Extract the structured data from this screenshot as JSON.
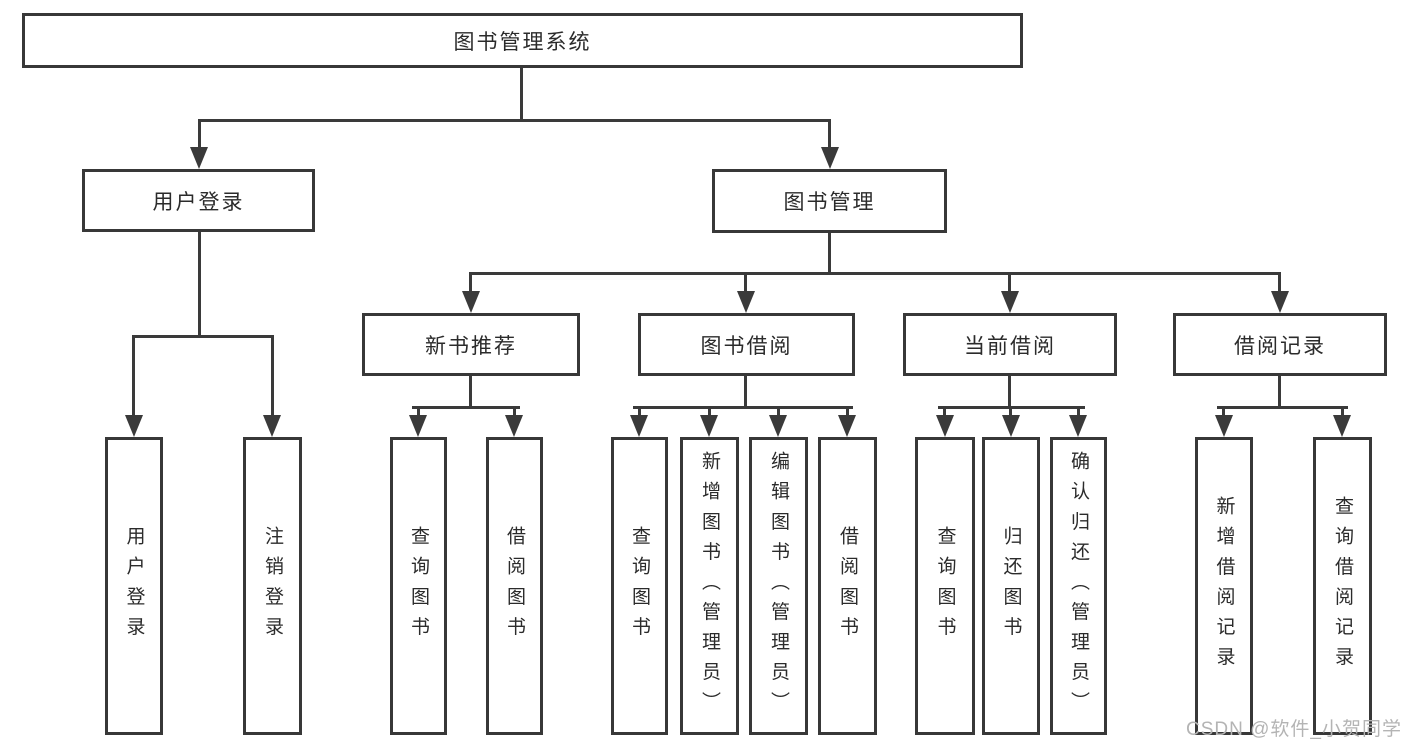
{
  "nodes": {
    "root": "图书管理系统",
    "user_login": "用户登录",
    "book_mgmt": "图书管理",
    "new_book_rec": "新书推荐",
    "book_borrow": "图书借阅",
    "current_borrow": "当前借阅",
    "borrow_records": "借阅记录",
    "leaf_user_login": "用户登录",
    "leaf_logout": "注销登录",
    "leaf_rec_query": "查询图书",
    "leaf_rec_borrow": "借阅图书",
    "leaf_bor_query": "查询图书",
    "leaf_bor_add": "新增图书（管理员）",
    "leaf_bor_edit": "编辑图书（管理员）",
    "leaf_bor_borrow": "借阅图书",
    "leaf_cur_query": "查询图书",
    "leaf_cur_return": "归还图书",
    "leaf_cur_confirm": "确认归还（管理员）",
    "leaf_log_add": "新增借阅记录",
    "leaf_log_query": "查询借阅记录"
  },
  "watermark": "CSDN @软件_小贺同学",
  "colors": {
    "line": "#3a3a3a",
    "box_border": "#383838",
    "text": "#2b2b2b",
    "watermark": "#b4b4b4",
    "background": "#ffffff"
  }
}
